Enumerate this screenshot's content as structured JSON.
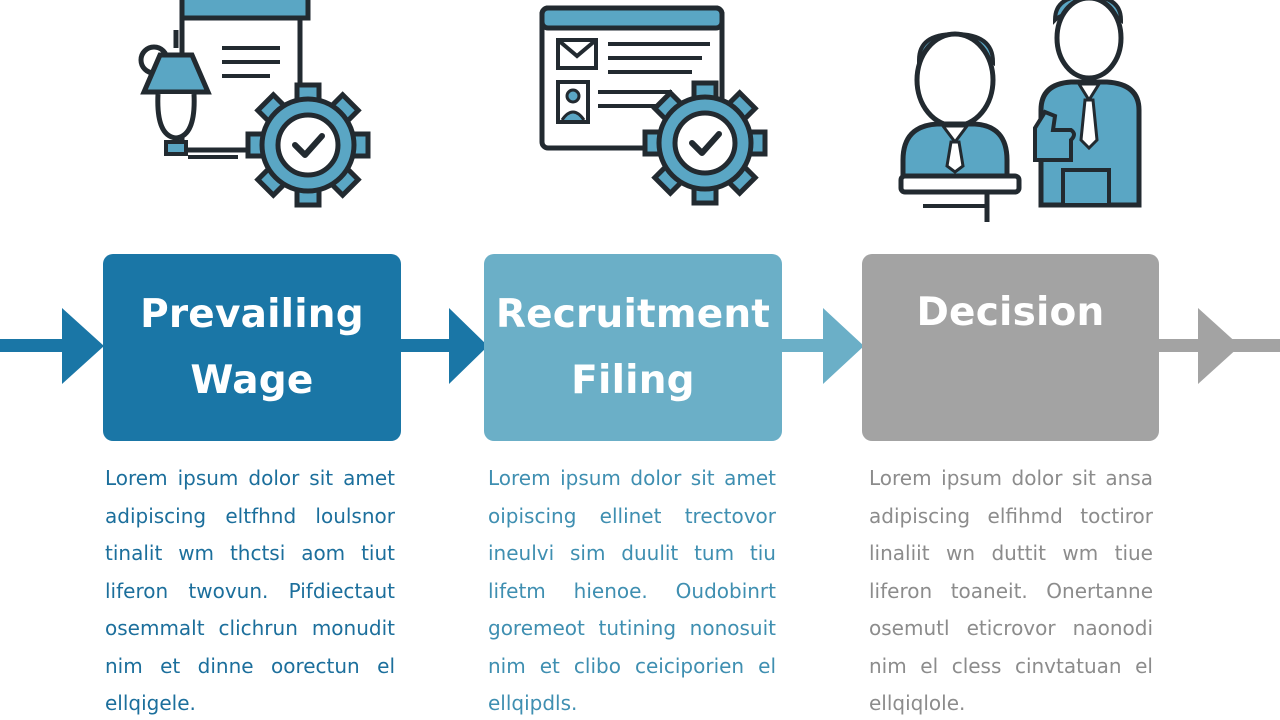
{
  "colors": {
    "step1": "#1a76a6",
    "step2": "#6bafc7",
    "step3": "#a3a3a3",
    "icon_outline": "#222a30",
    "icon_fill": "#5aa6c4"
  },
  "steps": [
    {
      "title_line1": "Prevailing",
      "title_line2": "Wage",
      "icon": "lamp-document-gear-check-icon",
      "description": "Lorem ipsum dolor sit amet adipiscing eltfhnd loulsnor tinalit wm thctsi aom tiut liferon twovun. Pifdiectaut osemmalt clichrun monudit nim et dinne oorectun el ellqigele."
    },
    {
      "title_line1": "Recruitment",
      "title_line2": "Filing",
      "icon": "form-gear-check-icon",
      "description": "Lorem ipsum dolor sit amet oipiscing ellinet trectovor ineulvi sim duulit tum tiu lifetm hienoe. Oudobinrt goremeot tutining nonosuit nim et clibo ceiciporien el ellqipdls."
    },
    {
      "title_line1": "Decision",
      "title_line2": "",
      "icon": "two-people-handshake-icon",
      "description": "Lorem ipsum dolor sit ansa adipiscing elfihmd toctiror linaliit wn duttit wm tiue liferon toaneit. Onertanne osemutl eticrovor naonodi nim el cless cinvtatuan el ellqiqlole."
    }
  ]
}
